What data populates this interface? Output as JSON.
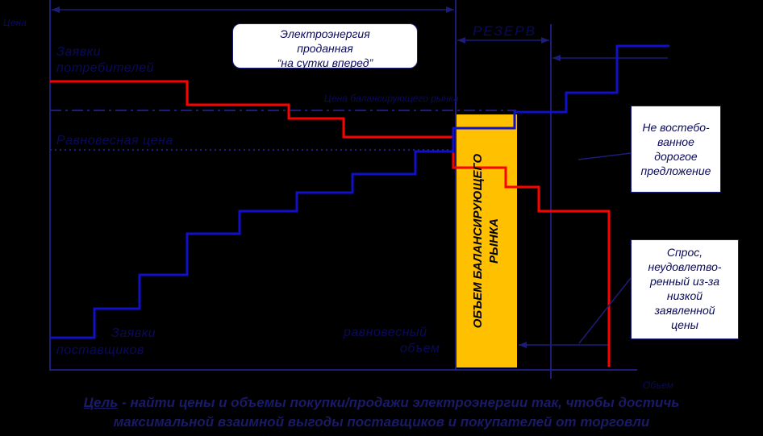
{
  "axes": {
    "y_label": "Цена",
    "x_label": "Объем"
  },
  "callouts": {
    "sold_day_ahead": [
      "Электроэнергия",
      "проданная",
      "“на сутки вперед”"
    ],
    "reserve": "РЕЗЕРВ",
    "balancing_price": "Цена балансирующего рынка",
    "equilibrium_price": "Равновесная цена",
    "consumer_bids": [
      "Заявки",
      "потребителей"
    ],
    "supplier_bids": [
      "Заявки",
      "поставщиков"
    ],
    "equilibrium_volume": [
      "равновесный",
      "объем"
    ],
    "balancing_volume": [
      "ОБЪЕМ БАЛАНСИРУЮЩЕГО",
      "РЫНКА"
    ],
    "unclaimed_offer": [
      "Не востебо-",
      "ванное",
      "дорогое",
      "предложение"
    ],
    "unsatisfied_demand": [
      "Спрос,",
      "неудовлетво-",
      "ренный из-за",
      "низкой",
      "заявленной",
      "цены"
    ]
  },
  "footer": {
    "lead": "Цель",
    "line1": " - найти цены и объемы покупки/продажи электроэнергии так, чтобы достичь",
    "line2": "максимальной взаимной выгоды поставщиков и покупателей от торговли"
  },
  "colors": {
    "background": "#000000",
    "axis": "#1c1c7a",
    "demand": "#ff0000",
    "supply": "#1010c8",
    "balancing_area": "#ffc000",
    "text": "#0a0a5a"
  }
}
